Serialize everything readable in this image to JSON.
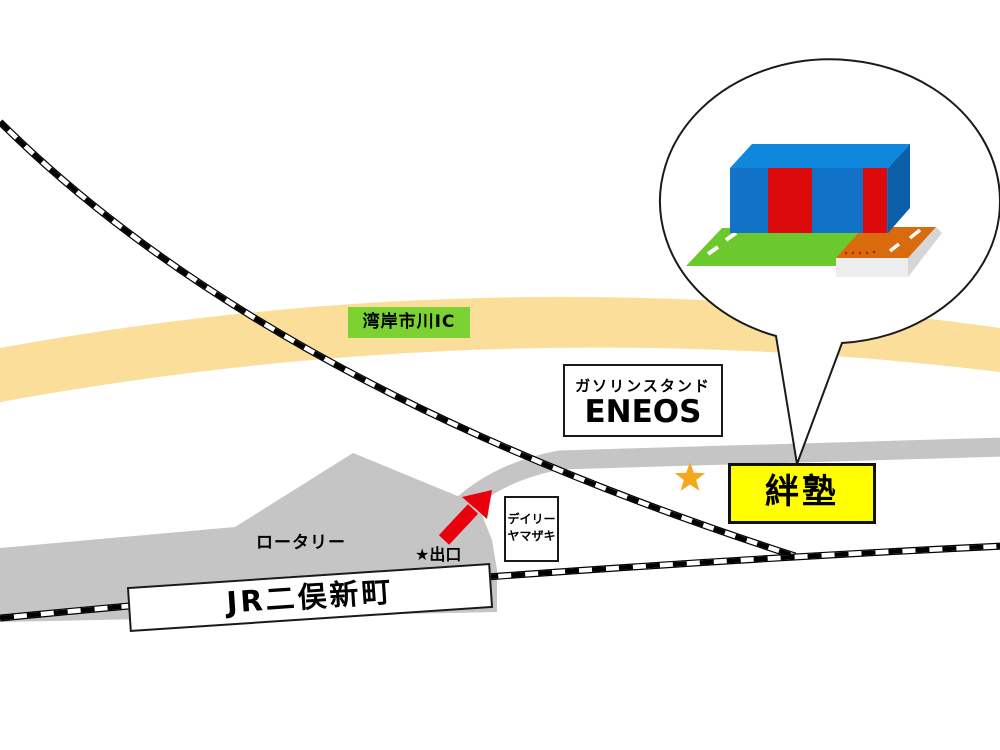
{
  "labels": {
    "interchange": "湾岸市川IC",
    "gas_station_line1": "ガソリンスタンド",
    "gas_station_line2": "ENEOS",
    "convenience_line1": "デイリー",
    "convenience_line2": "ヤマザキ",
    "destination": "絆塾",
    "station": "JR二俣新町",
    "rotary": "ロータリー",
    "exit": "★出口"
  },
  "icons": {
    "star": "destination star marker",
    "arrow": "red exit direction arrow"
  },
  "colors": {
    "background": "#FFFFFF",
    "highway": "#FADE9A",
    "road": "#C5C5C5",
    "plaza": "#C5C5C5",
    "rail_black": "#000000",
    "rail_white": "#FFFFFF",
    "ic_label_bg": "#7BD232",
    "destination_bg": "#FFFF00",
    "star": "#F5A71E",
    "arrow": "#E8000D",
    "balloon_fill": "#FFFFFF",
    "balloon_stroke": "#1A1A1A",
    "building_front": "#1172C8",
    "building_top": "#0F87DC",
    "building_side": "#0B5FA8",
    "building_door": "#DB0909",
    "building_ground": "#6BC82D",
    "building_pad": "#D96A0D",
    "building_slab_front": "#EDEDED",
    "building_slab_side": "#D6D6D6",
    "building_mark": "#FFFFFF",
    "building_dot": "#BB2200"
  }
}
